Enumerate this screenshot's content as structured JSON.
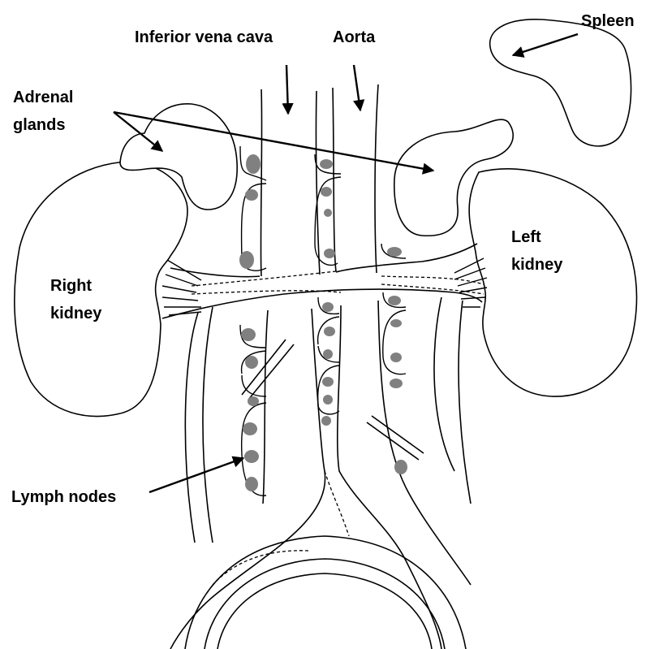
{
  "labels": {
    "spleen": "Spleen",
    "ivc": "Inferior vena cava",
    "aorta": "Aorta",
    "adrenal_line1": "Adrenal",
    "adrenal_line2": "glands",
    "left_kidney_line1": "Left",
    "left_kidney_line2": "kidney",
    "right_kidney_line1": "Right",
    "right_kidney_line2": "kidney",
    "lymph_nodes": "Lymph nodes"
  },
  "colors": {
    "outline": "#000000",
    "lymph_node_fill": "#808080",
    "background": "#ffffff"
  }
}
